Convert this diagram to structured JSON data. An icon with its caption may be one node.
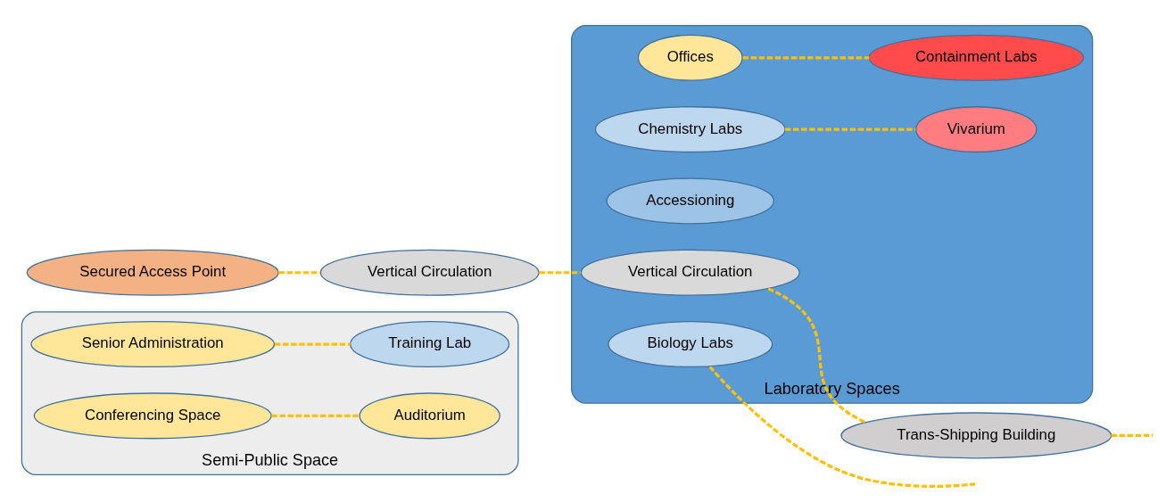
{
  "diagram": {
    "nodes": [
      {
        "text": [
          "Semi-Public Space"
        ]
      },
      {
        "text": [
          "Senior Administration"
        ],
        "in": 0
      },
      {
        "text": [
          "Conferencing Space"
        ],
        "in": 0
      },
      {
        "text": [
          "Auditorium"
        ],
        "in": 0
      },
      {
        "text": [
          "Training Lab"
        ],
        "in": 0
      },
      {
        "text": [
          "Vertical Circulation"
        ]
      },
      {
        "text": [
          "Secured Access Point"
        ]
      },
      {
        "text": [
          "Laboratory Spaces"
        ]
      },
      {
        "text": [
          "Offices"
        ],
        "in": 7
      },
      {
        "text": [
          "Chemistry Labs"
        ],
        "in": 7
      },
      {
        "text": [
          "Accessioning"
        ],
        "in": 7
      },
      {
        "text": [
          "Vertical Circulation"
        ],
        "in": 7
      },
      {
        "text": [
          "Biology Labs"
        ],
        "in": 7
      },
      {
        "text": [
          "Vivarium"
        ],
        "in": 7
      },
      {
        "text": [
          "Containment Labs"
        ],
        "in": 7
      },
      {
        "text": [
          "Trans-Shipping Building"
        ]
      }
    ],
    "edges": [
      {
        "from": 1,
        "to": 4,
        "arrow": "none",
        "style": "dashed"
      },
      {
        "from": 2,
        "to": 3,
        "arrow": "none",
        "style": "dashed"
      },
      {
        "from": 6,
        "to": 5,
        "arrow": "none",
        "style": "dashed"
      },
      {
        "from": 5,
        "to": 11,
        "arrow": "none",
        "style": "dashed"
      },
      {
        "from": 11,
        "to": 15,
        "arrow": "none",
        "style": "dashed"
      },
      {
        "from": 15,
        "to": null,
        "arrow": "none",
        "style": "dashed"
      },
      {
        "from": 9,
        "to": 13,
        "arrow": "none",
        "style": "dashed"
      },
      {
        "from": 8,
        "to": 14,
        "arrow": "none",
        "style": "dashed"
      },
      {
        "from": 12,
        "to": null,
        "arrow": "none",
        "style": "dashed"
      }
    ]
  }
}
